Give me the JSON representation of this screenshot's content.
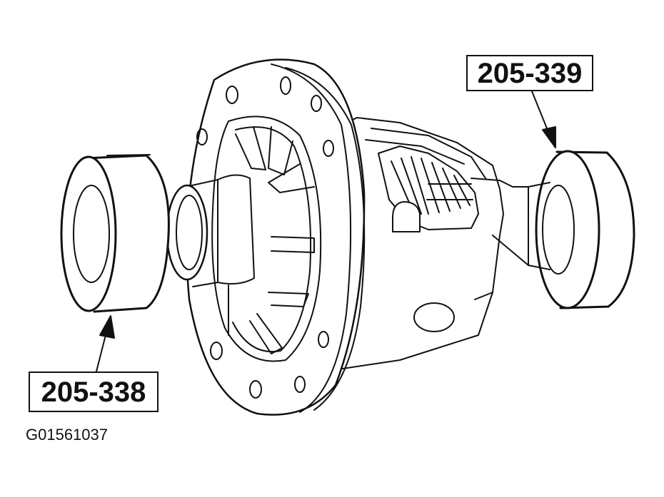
{
  "callouts": {
    "left_tool": "205-338",
    "right_tool": "205-339"
  },
  "figure_id": "G01561037",
  "colors": {
    "ink": "#111111",
    "background": "#ffffff"
  }
}
